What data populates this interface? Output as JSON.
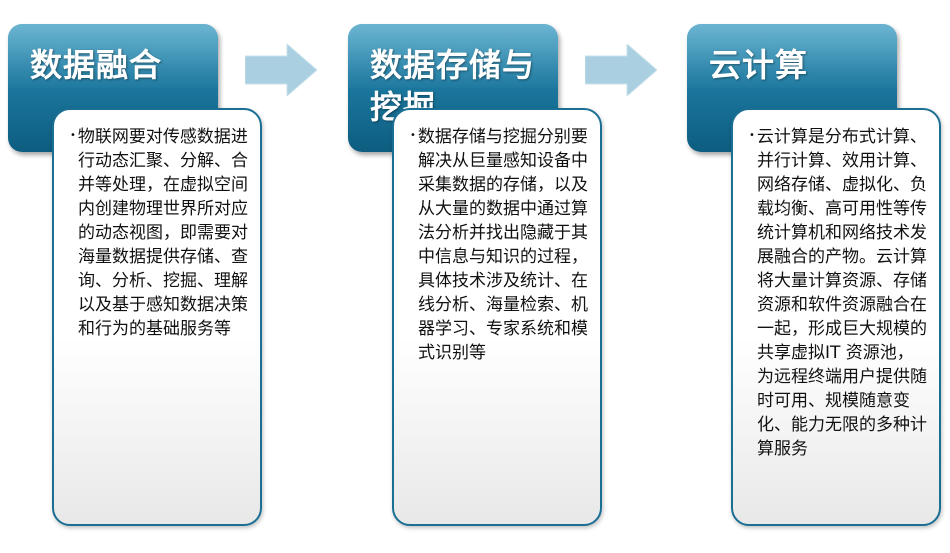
{
  "stages": [
    {
      "title": "数据融合",
      "text": "物联网要对传感数据进行动态汇聚、分解、合并等处理，在虚拟空间内创建物理世界所对应的动态视图，即需要对海量数据提供存储、查询、分析、挖掘、理解以及基于感知数据决策和行为的基础服务等"
    },
    {
      "title": "数据存储与挖掘",
      "text": "数据存储与挖掘分别要解决从巨量感知设备中采集数据的存储，以及从大量的数据中通过算法分析并找出隐藏于其中信息与知识的过程，具体技术涉及统计、在线分析、海量检索、机器学习、专家系统和模式识别等"
    },
    {
      "title": "云计算",
      "text": "云计算是分布式计算、并行计算、效用计算、网络存储、虚拟化、负载均衡、高可用性等传统计算机和网络技术发展融合的产物。云计算将大量计算资源、存储资源和软件资源融合在一起，形成巨大规模的共享虚拟IT 资源池，为远程终端用户提供随时可用、规模随意变化、能力无限的多种计算服务"
    }
  ],
  "colors": {
    "header": "#1f7ea6",
    "border": "#1b6f94",
    "arrow": "#a9cfe0"
  }
}
